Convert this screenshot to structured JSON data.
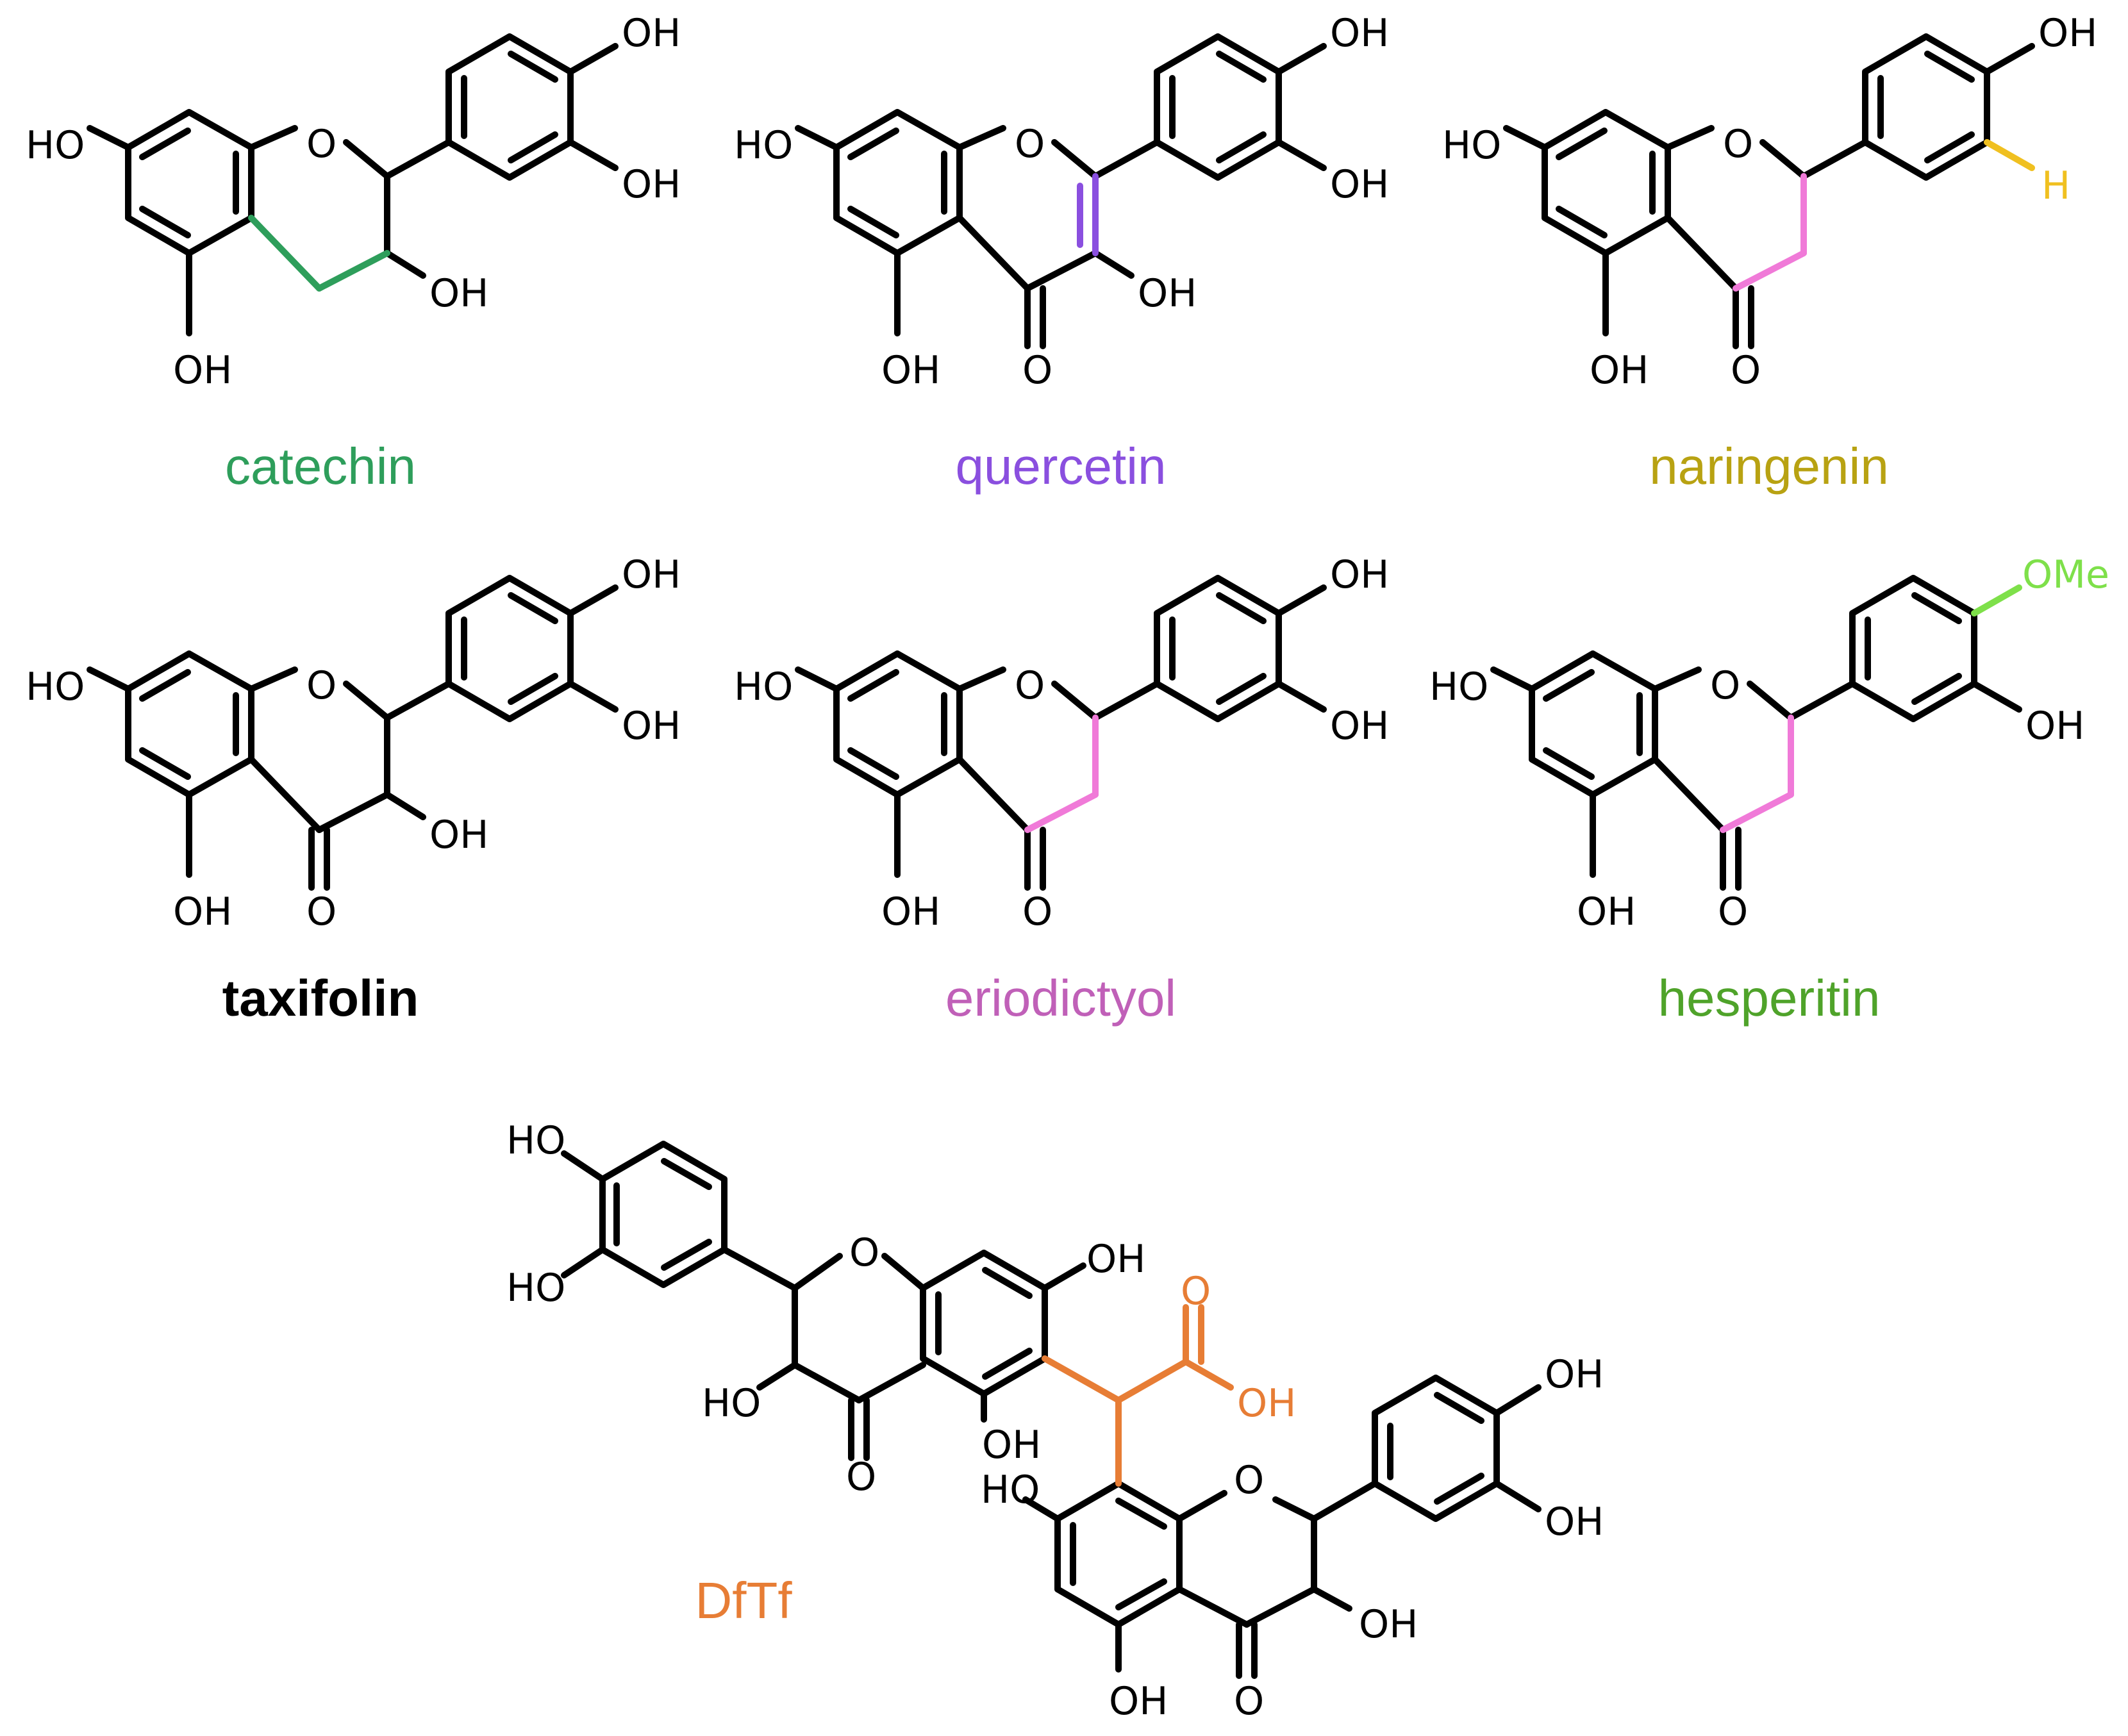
{
  "colors": {
    "bond": "#000000",
    "catechin": "#2e9e5b",
    "quercetin": "#8a4fdf",
    "naringenin": "#b8a212",
    "naringenin_highlight": "#f0c020",
    "taxifolin": "#000000",
    "eriodictyol": "#c060b8",
    "eriodictyol_highlight": "#f07ad8",
    "hesperitin": "#4fa32a",
    "hesperitin_highlight": "#7ee04a",
    "dftf": "#e77d35"
  },
  "molecules": [
    {
      "key": "catechin",
      "name": "catechin",
      "name_color": "#2e9e5b",
      "labels": {
        "o_ring": "O",
        "oh_7": "HO",
        "oh_5": "OH",
        "oh_3": "OH",
        "oh_3p": "OH",
        "oh_4p": "OH"
      }
    },
    {
      "key": "quercetin",
      "name": "quercetin",
      "name_color": "#8a4fdf",
      "labels": {
        "o_ring": "O",
        "oh_7": "HO",
        "oh_5": "OH",
        "oh_3": "OH",
        "o_4": "O",
        "oh_3p": "OH",
        "oh_4p": "OH"
      }
    },
    {
      "key": "naringenin",
      "name": "naringenin",
      "name_color": "#b8a212",
      "labels": {
        "o_ring": "O",
        "oh_7": "HO",
        "oh_5": "OH",
        "o_4": "O",
        "h_3p": "H",
        "oh_4p": "OH"
      }
    },
    {
      "key": "taxifolin",
      "name": "taxifolin",
      "name_color": "#000000",
      "labels": {
        "o_ring": "O",
        "oh_7": "HO",
        "oh_5": "OH",
        "oh_3": "OH",
        "o_4": "O",
        "oh_3p": "OH",
        "oh_4p": "OH"
      }
    },
    {
      "key": "eriodictyol",
      "name": "eriodictyol",
      "name_color": "#c060b8",
      "labels": {
        "o_ring": "O",
        "oh_7": "HO",
        "oh_5": "OH",
        "o_4": "O",
        "oh_3p": "OH",
        "oh_4p": "OH"
      }
    },
    {
      "key": "hesperitin",
      "name": "hesperitin",
      "name_color": "#4fa32a",
      "labels": {
        "o_ring": "O",
        "oh_7": "HO",
        "oh_5": "OH",
        "o_4": "O",
        "oh_3p": "OH",
        "ome_4p": "OMe"
      }
    }
  ],
  "dftf": {
    "name": "DfTf",
    "name_color": "#e77d35",
    "labels": {
      "top_o_ring": "O",
      "top_oh_3p": "HO",
      "top_oh_4p": "HO",
      "top_oh_3": "HO",
      "top_o_4": "O",
      "top_oh_5": "OH",
      "top_oh_7": "OH",
      "acid_o": "O",
      "acid_oh": "OH",
      "bot_o_ring": "O",
      "bot_oh_7": "HO",
      "bot_oh_5": "OH",
      "bot_o_4": "O",
      "bot_oh_3": "OH",
      "bot_oh_3p": "OH",
      "bot_oh_4p": "OH"
    }
  }
}
